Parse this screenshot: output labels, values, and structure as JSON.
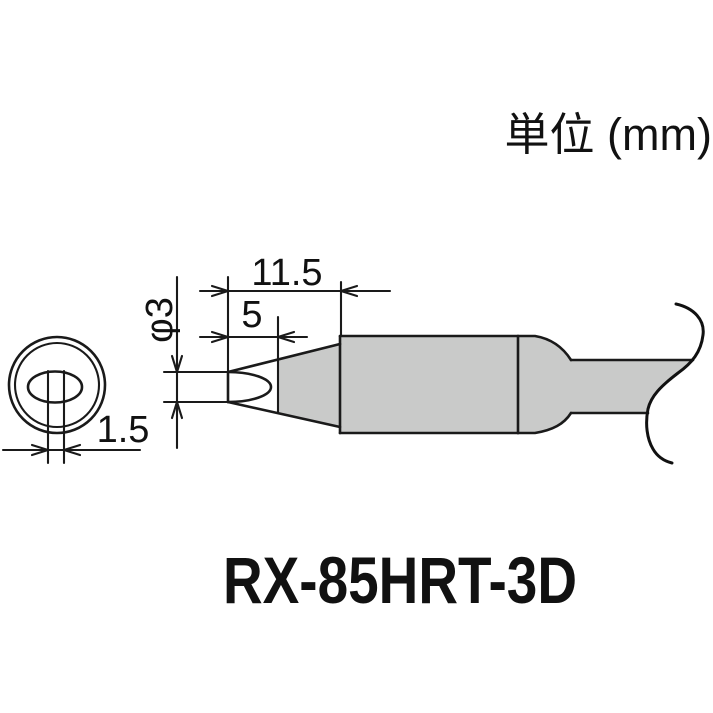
{
  "drawing": {
    "unit_label": "単位 (mm)",
    "model_name": "RX-85HRT-3D"
  },
  "dimensions": {
    "taper_length": "11.5",
    "tip_section_length": "5",
    "shank_diameter": "φ3",
    "chisel_edge_width": "1.5"
  },
  "colors": {
    "metal_fill": "#c9cac9",
    "tip_fill": "#ffffff",
    "line": "#1a1a1a",
    "background": "#ffffff"
  }
}
